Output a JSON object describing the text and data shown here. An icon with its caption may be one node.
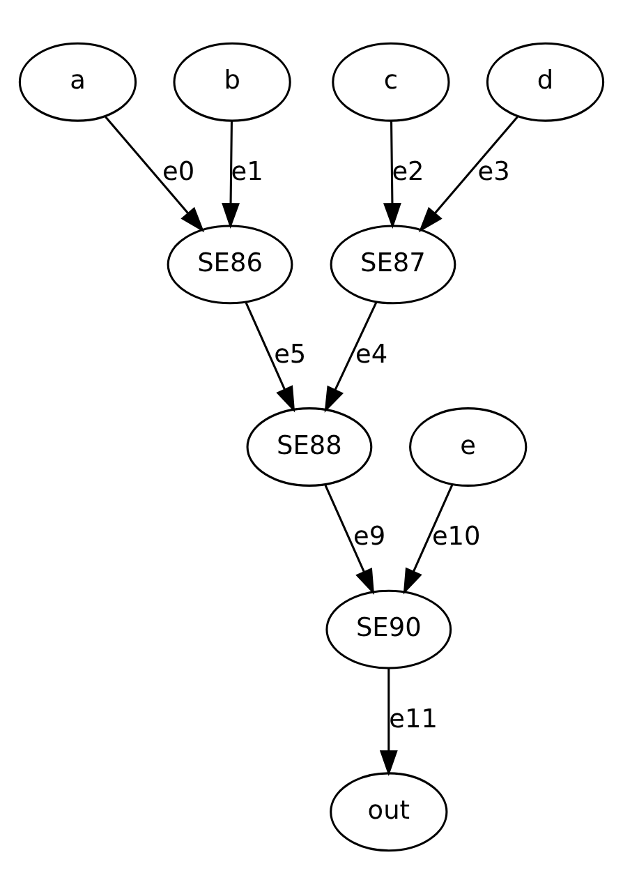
{
  "diagram": {
    "nodes": [
      {
        "text": [
          "a"
        ]
      },
      {
        "text": [
          "b"
        ]
      },
      {
        "text": [
          "c"
        ]
      },
      {
        "text": [
          "d"
        ]
      },
      {
        "text": [
          "SE86"
        ]
      },
      {
        "text": [
          "SE87"
        ]
      },
      {
        "text": [
          "SE88"
        ]
      },
      {
        "text": [
          "e"
        ]
      },
      {
        "text": [
          "SE90"
        ]
      },
      {
        "text": [
          "out"
        ]
      }
    ],
    "edges": [
      {
        "from": 0,
        "to": 4,
        "arrow": "to",
        "label": "e0"
      },
      {
        "from": 1,
        "to": 4,
        "arrow": "to",
        "label": "e1"
      },
      {
        "from": 2,
        "to": 5,
        "arrow": "to",
        "label": "e2"
      },
      {
        "from": 3,
        "to": 5,
        "arrow": "to",
        "label": "e3"
      },
      {
        "from": 5,
        "to": 6,
        "arrow": "to",
        "label": "e4"
      },
      {
        "from": 4,
        "to": 6,
        "arrow": "to",
        "label": "e5"
      },
      {
        "from": 6,
        "to": 8,
        "arrow": "to",
        "label": "e9"
      },
      {
        "from": 7,
        "to": 8,
        "arrow": "to",
        "label": "e10"
      },
      {
        "from": 8,
        "to": 9,
        "arrow": "to",
        "label": "e11"
      }
    ]
  }
}
